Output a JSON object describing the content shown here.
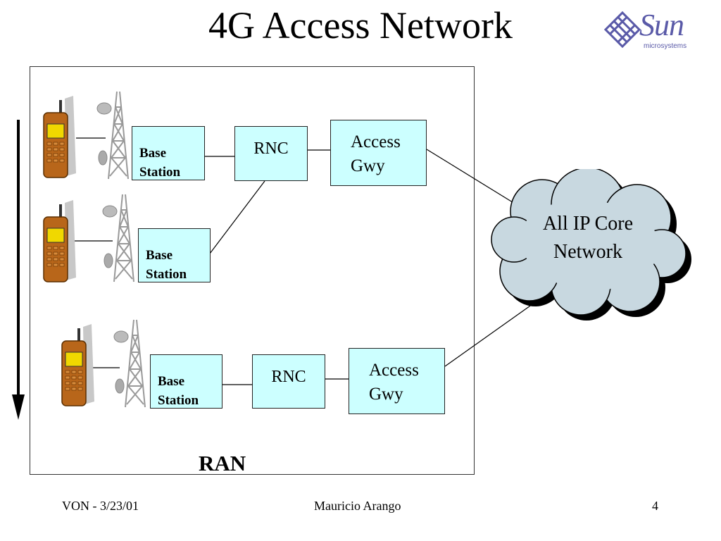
{
  "slide": {
    "title": "4G Access Network",
    "logo": {
      "word": "Sun",
      "sub": "microsystems"
    }
  },
  "diagram": {
    "ran_label": "RAN",
    "core_label_line1": "All IP Core",
    "core_label_line2": "Network",
    "rows": [
      {
        "bs_line1": "Base",
        "bs_line2": "Station",
        "rnc": "RNC",
        "agw_line1": "Access",
        "agw_line2": "Gwy"
      },
      {
        "bs_line1": "Base",
        "bs_line2": "Station"
      },
      {
        "bs_line1": "Base",
        "bs_line2": "Station",
        "rnc": "RNC",
        "agw_line1": "Access",
        "agw_line2": "Gwy"
      }
    ]
  },
  "footer": {
    "left": "VON - 3/23/01",
    "center": "Mauricio Arango",
    "page": "4"
  },
  "colors": {
    "node_fill": "#ccffff",
    "cloud_fill": "#c8d8e0",
    "phone_body": "#b8661a",
    "phone_screen": "#f0d800",
    "logo": "#5a5aa8"
  }
}
